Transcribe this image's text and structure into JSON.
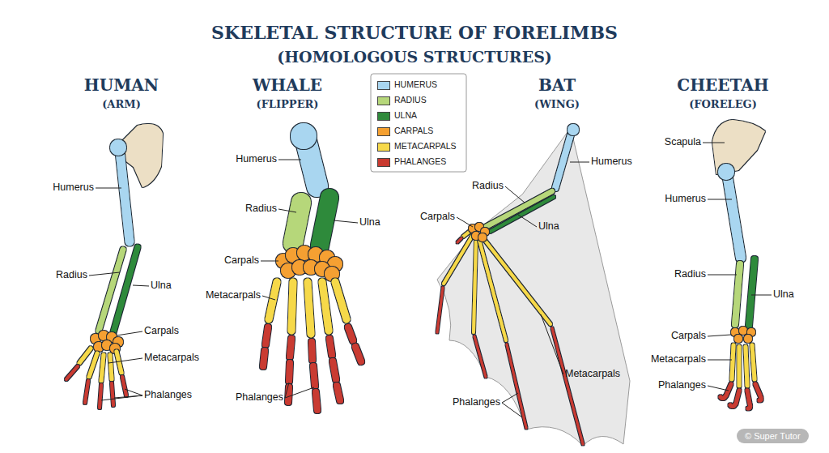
{
  "diagram": {
    "title": "SKELETAL STRUCTURE OF FORELIMBS",
    "labels": [
      "(HOMOLOGOUS STRUCTURES)",
      "HUMAN",
      "(ARM)",
      "WHALE",
      "(FLIPPER)",
      "BAT",
      "(WING)",
      "CHEETAH",
      "(FORELEG)",
      "Humerus",
      "Radius",
      "Ulna",
      "Carpals",
      "Metacarpals",
      "Phalanges",
      "Humerus",
      "Radius",
      "Ulna",
      "Carpals",
      "Metacarpals",
      "Phalanges",
      "Humerus",
      "Radius",
      "Carpals",
      "Ulna",
      "Metacarpals",
      "Phalanges",
      "Scapula",
      "Humerus",
      "Radius",
      "Ulna",
      "Carpals",
      "Metacarpals",
      "Phalanges",
      "© Super Tutor"
    ],
    "legend": [
      {
        "text": "HUMERUS",
        "color": "#a9d6f0"
      },
      {
        "text": "RADIUS",
        "color": "#b6d77a"
      },
      {
        "text": "ULNA",
        "color": "#2f8a3b"
      },
      {
        "text": "CARPALS",
        "color": "#f5a030"
      },
      {
        "text": "METACARPALS",
        "color": "#f6d94a"
      },
      {
        "text": "PHALANGES",
        "color": "#c93a30"
      }
    ]
  }
}
